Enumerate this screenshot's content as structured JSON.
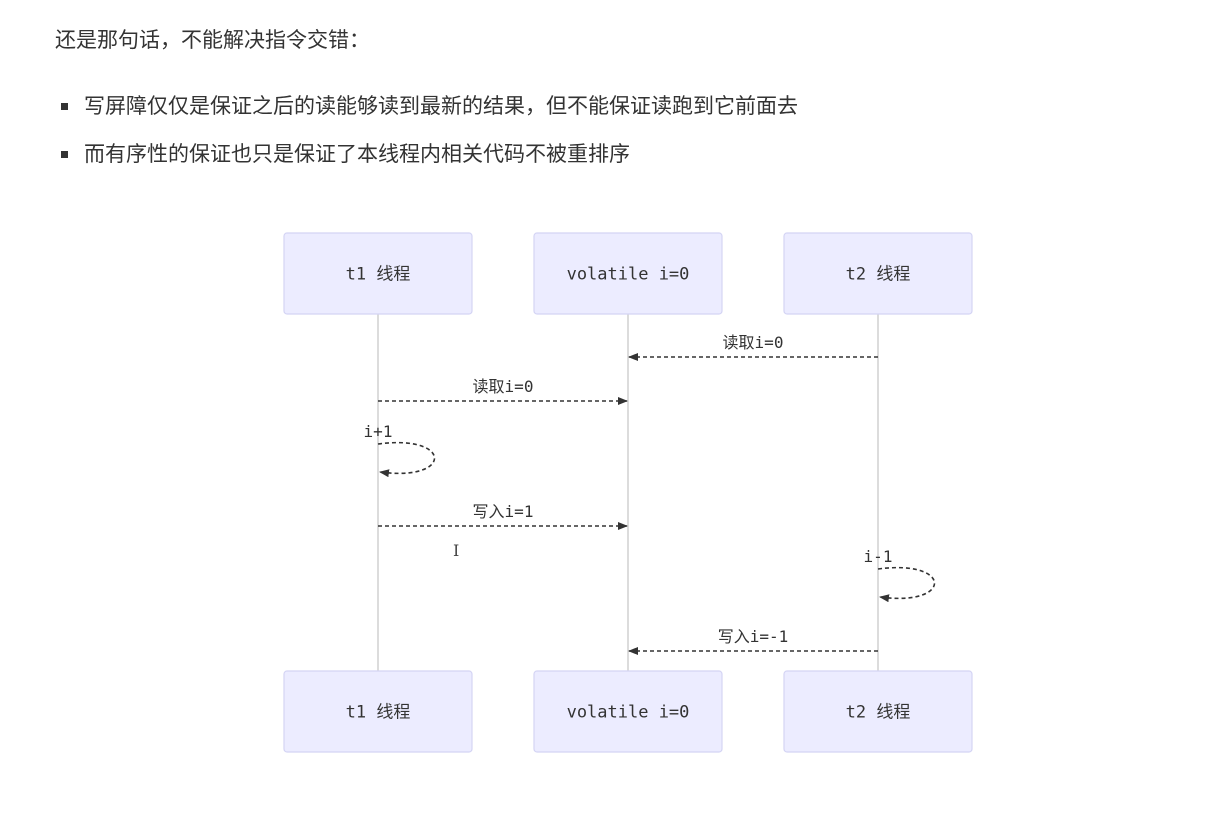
{
  "intro": "还是那句话，不能解决指令交错：",
  "bullets": [
    "写屏障仅仅是保证之后的读能够读到最新的结果，但不能保证读跑到它前面去",
    "而有序性的保证也只是保证了本线程内相关代码不被重排序"
  ],
  "diagram": {
    "participants": [
      {
        "id": "t1",
        "label": "t1 线程"
      },
      {
        "id": "vol",
        "label": "volatile i=0"
      },
      {
        "id": "t2",
        "label": "t2 线程"
      }
    ],
    "messages": [
      {
        "from": "t2",
        "to": "vol",
        "label": "读取i=0"
      },
      {
        "from": "t1",
        "to": "vol",
        "label": "读取i=0"
      },
      {
        "from": "t1",
        "to": "t1",
        "label": "i+1"
      },
      {
        "from": "t1",
        "to": "vol",
        "label": "写入i=1"
      },
      {
        "from": "t2",
        "to": "t2",
        "label": "i-1"
      },
      {
        "from": "t2",
        "to": "vol",
        "label": "写入i=-1"
      }
    ]
  },
  "colors": {
    "actor_fill": "#ececff",
    "actor_border": "#d4d4f4",
    "lifeline": "#d0d0d0",
    "arrow": "#333333"
  }
}
